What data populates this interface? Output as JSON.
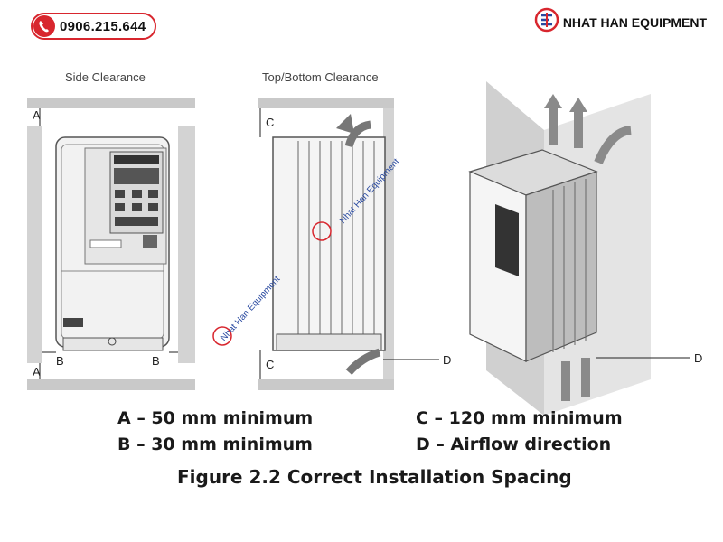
{
  "header": {
    "phone": "0906.215.644",
    "brand": "NHAT HAN EQUIPMENT"
  },
  "diagram": {
    "views": {
      "side": "Side Clearance",
      "top_bottom": "Top/Bottom Clearance"
    },
    "dimension_labels": {
      "a": "A",
      "b": "B",
      "c": "C",
      "d": "D"
    },
    "watermark": "Nhat Han Equipment"
  },
  "legend": {
    "a": "A – 50 mm minimum",
    "b": "B – 30 mm minimum",
    "c": "C – 120 mm minimum",
    "d": "D – Airflow direction"
  },
  "figure_title": "Figure 2.2  Correct Installation Spacing"
}
